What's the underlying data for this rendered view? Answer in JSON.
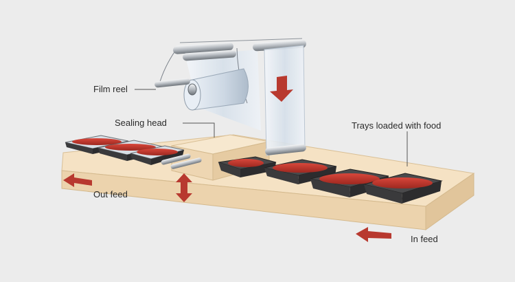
{
  "labels": {
    "film_reel": "Film reel",
    "sealing_head": "Sealing head",
    "trays": "Trays loaded with food",
    "out_feed": "Out feed",
    "in_feed": "In feed"
  },
  "colors": {
    "background": "#ececec",
    "conveyor_top": "#f5e2c4",
    "conveyor_side": "#e9cfa8",
    "tray": "#3a3a3c",
    "food": "#c0352b",
    "arrow": "#b8392f",
    "film": "#dfe8f2",
    "roller": "#b9bec4"
  },
  "icons": [
    "down-arrow-icon",
    "up-down-arrow-icon",
    "out-feed-arrow-icon",
    "in-feed-arrow-icon"
  ]
}
